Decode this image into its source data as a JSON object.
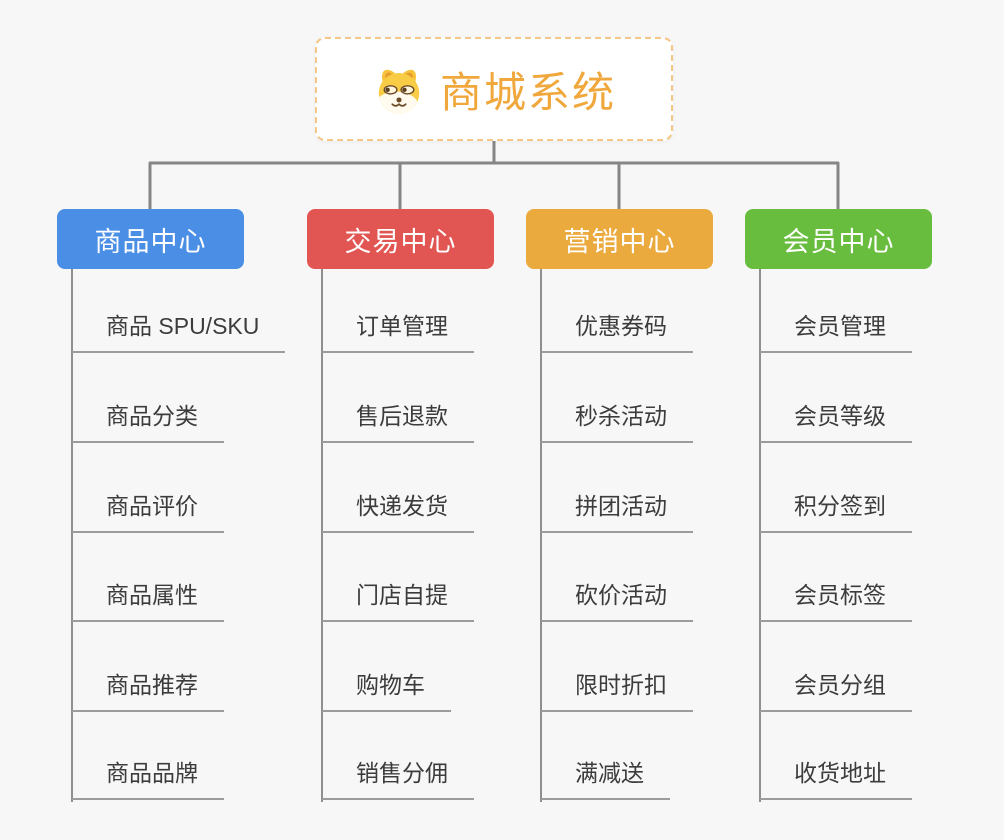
{
  "page": {
    "background": "#F7F7F8"
  },
  "root": {
    "label": "商城系统",
    "icon": "dog-face-icon",
    "text_color": "#F0A73B",
    "border_color": "#F5C787"
  },
  "connectors": {
    "line_color": "#868686",
    "spine_color": "#8F8F8F",
    "underline_color": "#9C9C9C"
  },
  "branches": [
    {
      "id": "product-center",
      "label": "商品中心",
      "color": "#4A8EE6",
      "items": [
        "商品 SPU/SKU",
        "商品分类",
        "商品评价",
        "商品属性",
        "商品推荐",
        "商品品牌"
      ]
    },
    {
      "id": "trade-center",
      "label": "交易中心",
      "color": "#E15653",
      "items": [
        "订单管理",
        "售后退款",
        "快递发货",
        "门店自提",
        "购物车",
        "销售分佣"
      ]
    },
    {
      "id": "marketing-center",
      "label": "营销中心",
      "color": "#EBAA3D",
      "items": [
        "优惠券码",
        "秒杀活动",
        "拼团活动",
        "砍价活动",
        "限时折扣",
        "满减送"
      ]
    },
    {
      "id": "member-center",
      "label": "会员中心",
      "color": "#68BD3F",
      "items": [
        "会员管理",
        "会员等级",
        "积分签到",
        "会员标签",
        "会员分组",
        "收货地址"
      ]
    }
  ]
}
